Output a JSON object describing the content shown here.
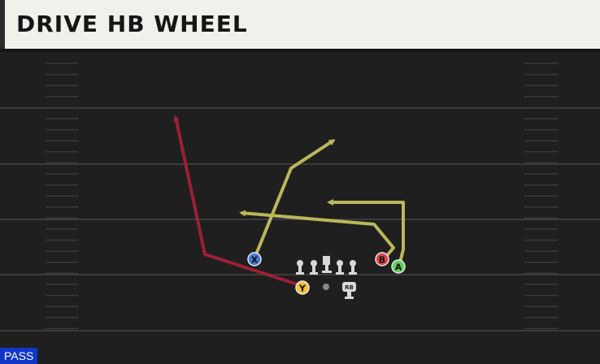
{
  "play": {
    "title": "DRIVE HB WHEEL",
    "type_badge": "PASS"
  },
  "players": {
    "x": {
      "label": "X",
      "color": "#4a78d4"
    },
    "y": {
      "label": "Y",
      "color": "#f2c233"
    },
    "b": {
      "label": "B",
      "color": "#e0444c"
    },
    "a": {
      "label": "A",
      "color": "#5ed35a"
    },
    "rb": {
      "label": "RB"
    }
  },
  "route_colors": {
    "primary": "#9c1f38",
    "standard": "#b9b85a"
  }
}
